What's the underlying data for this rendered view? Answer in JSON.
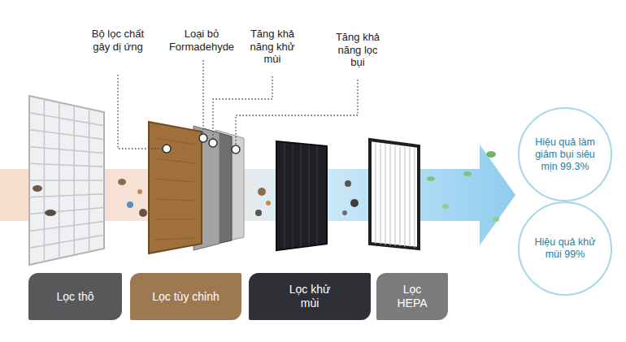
{
  "diagram": {
    "nodes": [
      {
        "text": [
          "Lọc thô"
        ]
      },
      {
        "text": [
          "Lọc tùy chỉnh"
        ]
      },
      {
        "text": [
          "Lọc khử mùi"
        ]
      },
      {
        "text": [
          "Lọc HEPA"
        ]
      },
      {
        "text": [
          "Hiệu quả làm giảm bụi siêu mịn 99.3%"
        ]
      },
      {
        "text": [
          "Hiệu quả khử mùi 99%"
        ]
      }
    ],
    "labels": [
      "Bộ lọc chất gây dị ứng",
      "Loại bỏ Formadehyde",
      "Tăng khả năng khử mùi",
      "Tăng khả năng lọc bụi"
    ]
  }
}
